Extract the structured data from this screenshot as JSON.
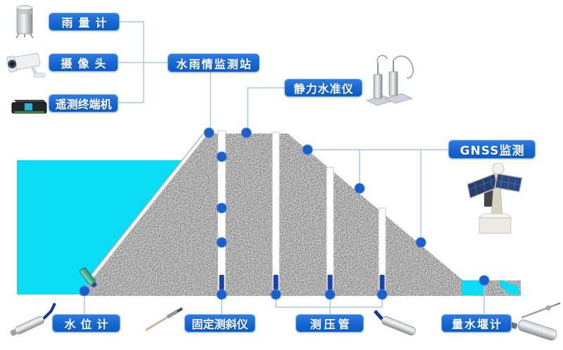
{
  "labels": {
    "rain_gauge": "雨量计",
    "camera": "摄像头",
    "telemetry_terminal": "遥测终端机",
    "water_rain_station": "水雨情监测站",
    "static_level_gauge": "静力水准仪",
    "gnss_monitoring": "GNSS监测",
    "water_level_gauge": "水位计",
    "fixed_inclinometer": "固定测斜仪",
    "piezometer_tube": "测压管",
    "weir_gauge": "量水堰计"
  },
  "colors": {
    "label_blue": "#1566cf",
    "label_border": "#79b0ec",
    "connector_line": "#a9c7ea",
    "monitoring_dot": "#1d5ecd",
    "water_cyan": "#0bdcf5",
    "dam_gray": "#a6a6a6",
    "tube_navy": "#1c42a6"
  },
  "device_images": {
    "rain_gauge": "rain-gauge-cylinder-photo",
    "camera": "cctv-camera-photo",
    "telemetry_terminal": "rtu-box-photo",
    "static_level_gauge": "twin-cylinder-level-sensor-photo",
    "gnss_station": "solar-panel-gnss-station-photo",
    "water_level_sensor": "submersible-probe-photo",
    "inclinometer_probe": "inclinometer-rod-photo",
    "piezometer_sensor": "piezometer-probe-photo",
    "weir_gauge_sensor": "weir-gauge-probe-photo"
  }
}
